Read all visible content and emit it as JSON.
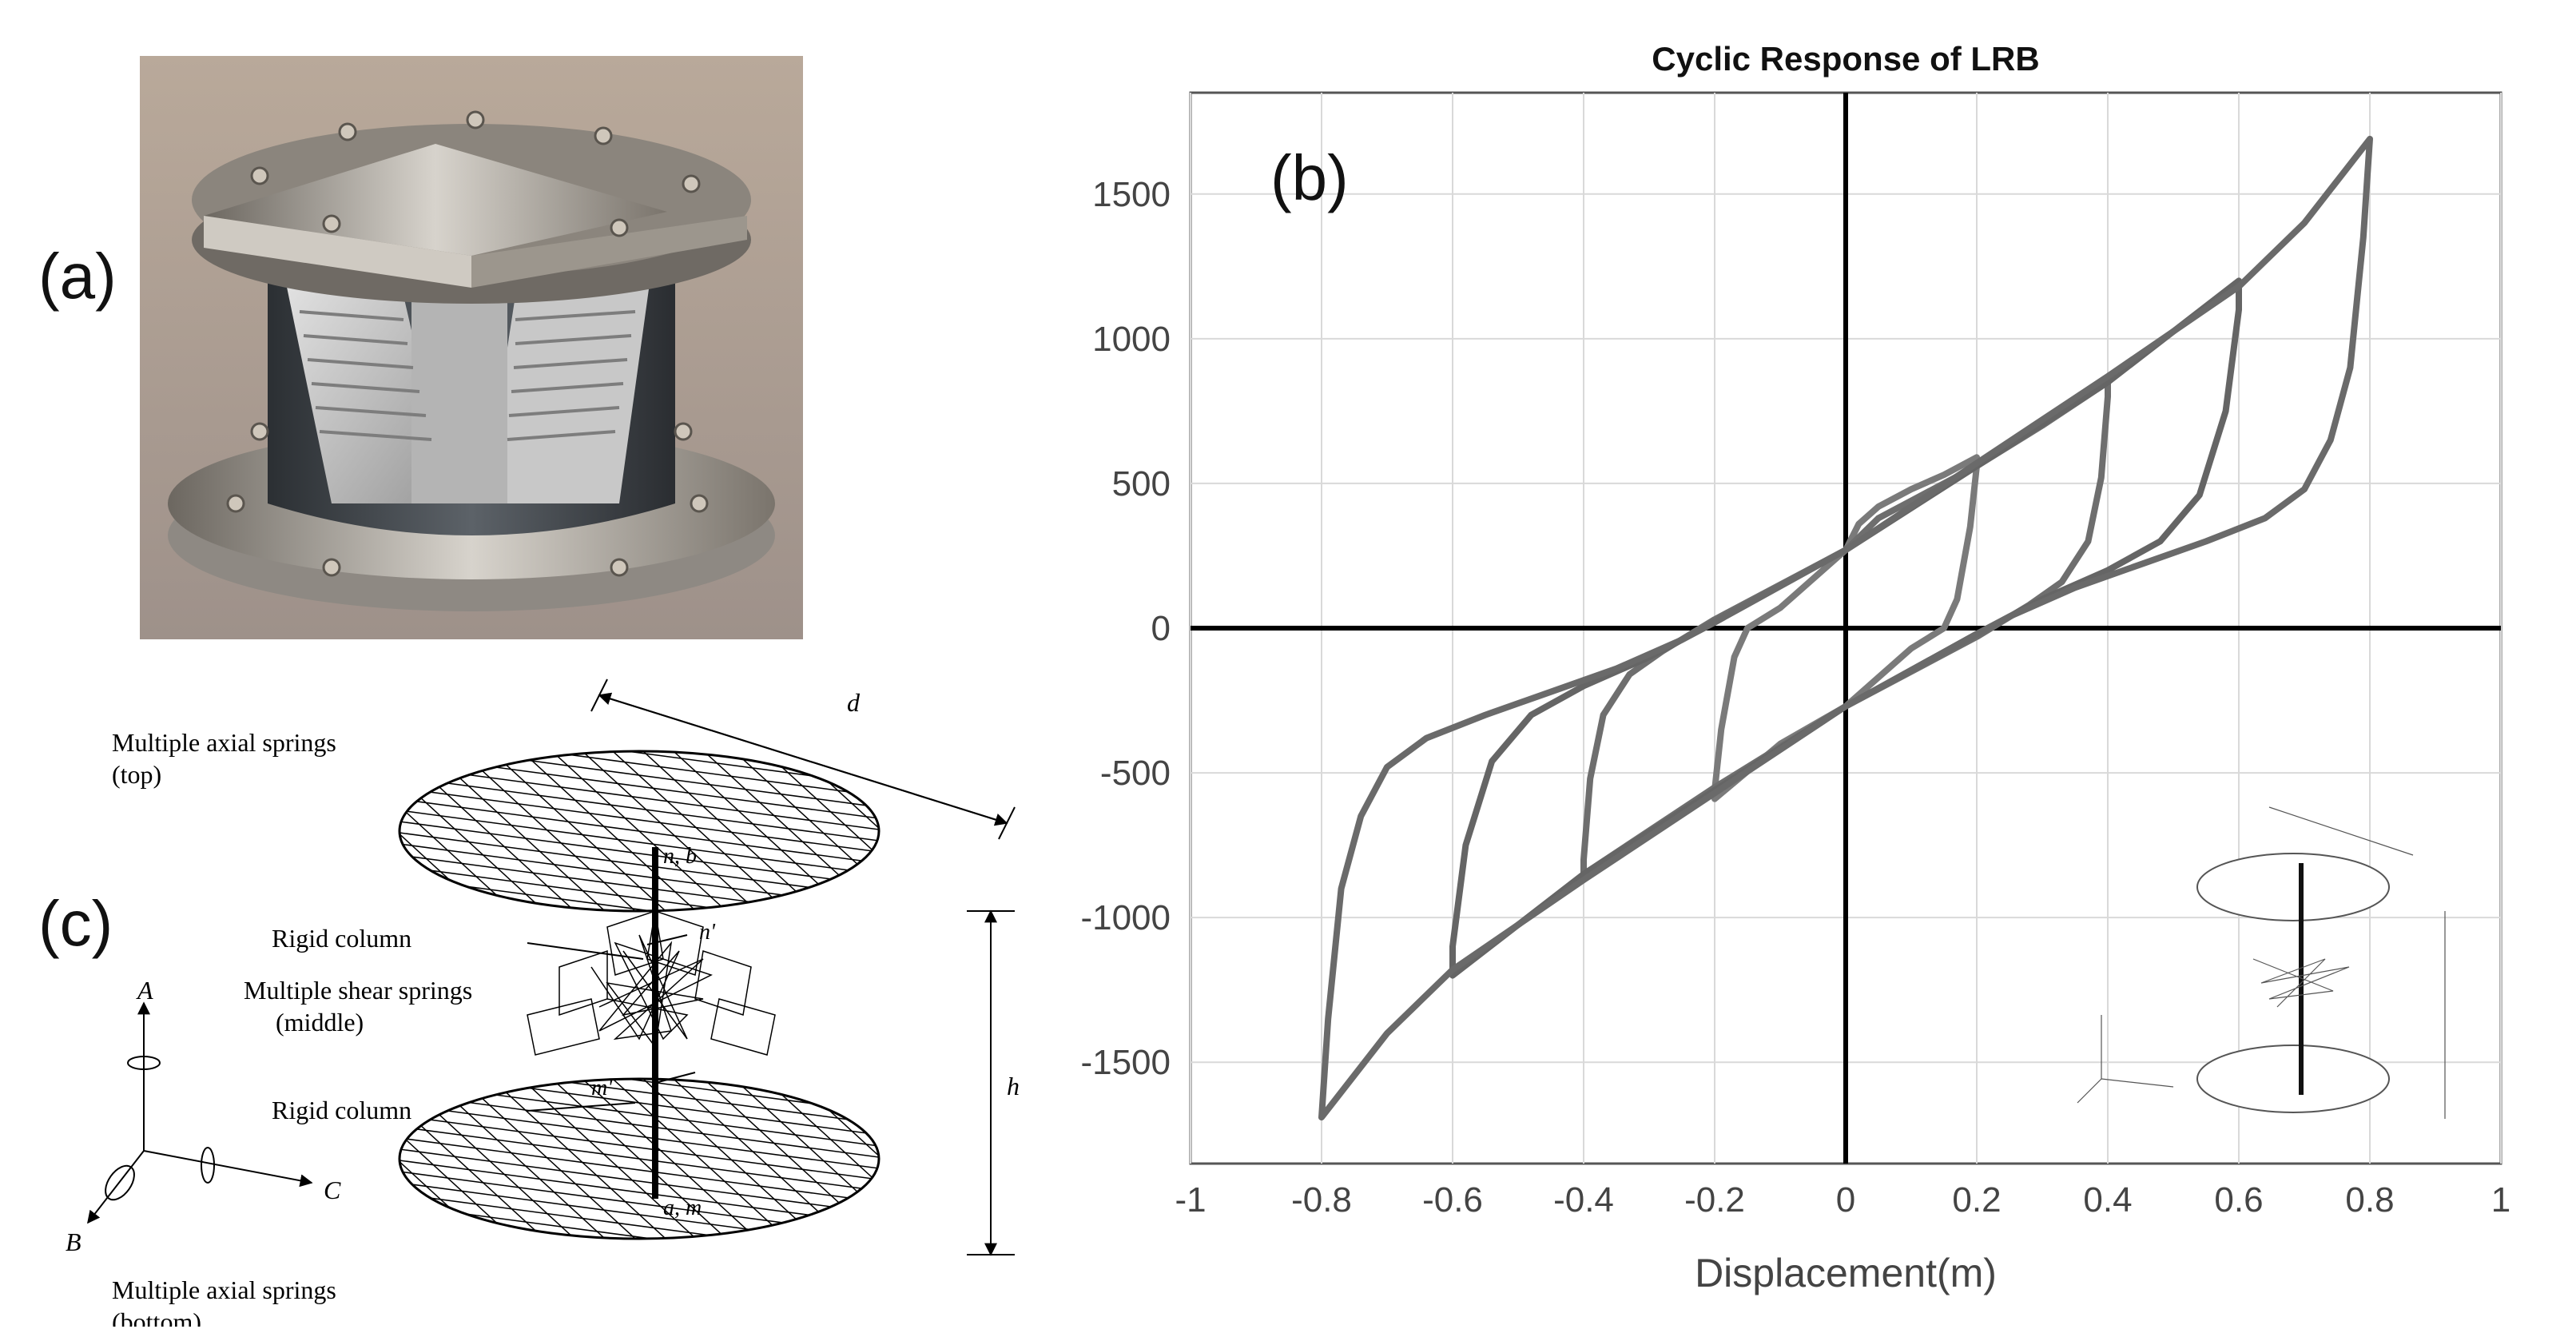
{
  "panels": {
    "a": "(a)",
    "b": "(b)",
    "c": "(c)"
  },
  "diagram": {
    "top_label_1": "Multiple axial springs",
    "top_label_2": "(top)",
    "bottom_label_1": "Multiple axial springs",
    "bottom_label_2": "(bottom)",
    "rigid_upper": "Rigid column",
    "rigid_lower": "Rigid column",
    "shear_1": "Multiple shear springs",
    "shear_2": "(middle)",
    "dim_d": "d",
    "dim_h": "h",
    "node_top": "n, b",
    "node_nprime": "n'",
    "node_mprime": "m'",
    "node_bottom": "a, m",
    "axis_A": "A",
    "axis_B": "B",
    "axis_C": "C"
  },
  "chart_data": {
    "type": "line",
    "title": "Cyclic Response of LRB",
    "xlabel": "Displacement(m)",
    "ylabel": "",
    "xlim": [
      -1,
      1
    ],
    "ylim": [
      -1850,
      1850
    ],
    "xticks": [
      -1,
      -0.8,
      -0.6,
      -0.4,
      -0.2,
      0,
      0.2,
      0.4,
      0.6,
      0.8,
      1
    ],
    "xtick_labels": [
      "-1",
      "-0.8",
      "-0.6",
      "-0.4",
      "-0.2",
      "0",
      "0.2",
      "0.4",
      "0.6",
      "0.8",
      "1"
    ],
    "yticks": [
      -1500,
      -1000,
      -500,
      0,
      500,
      1000,
      1500
    ],
    "ytick_labels": [
      "-1500",
      "-1000",
      "-500",
      "0",
      "500",
      "1000",
      "1500"
    ],
    "grid": true,
    "series": [
      {
        "amplitude": 0.2,
        "peak_force": 590,
        "x": [
          0.0,
          0.02,
          0.05,
          0.1,
          0.15,
          0.2,
          0.2,
          0.19,
          0.17,
          0.15,
          0.1,
          0.0,
          -0.1,
          -0.2,
          -0.2,
          -0.19,
          -0.17,
          -0.15,
          -0.1,
          0.0
        ],
        "y": [
          270,
          360,
          420,
          480,
          530,
          590,
          560,
          350,
          100,
          0,
          -70,
          -270,
          -400,
          -590,
          -560,
          -350,
          -100,
          0,
          70,
          270
        ]
      },
      {
        "amplitude": 0.4,
        "peak_force": 850,
        "x": [
          0.0,
          0.05,
          0.1,
          0.2,
          0.3,
          0.4,
          0.4,
          0.39,
          0.37,
          0.33,
          0.28,
          0.2,
          0.0,
          -0.2,
          -0.4,
          -0.4,
          -0.39,
          -0.37,
          -0.33,
          -0.28,
          -0.2,
          0.0
        ],
        "y": [
          270,
          380,
          440,
          560,
          700,
          850,
          800,
          520,
          300,
          160,
          80,
          -30,
          -270,
          -550,
          -850,
          -800,
          -520,
          -300,
          -160,
          -80,
          30,
          270
        ]
      },
      {
        "amplitude": 0.6,
        "peak_force": 1200,
        "x": [
          0.0,
          0.2,
          0.4,
          0.6,
          0.6,
          0.58,
          0.54,
          0.48,
          0.4,
          0.3,
          0.2,
          0.0,
          -0.2,
          -0.4,
          -0.6,
          -0.6,
          -0.58,
          -0.54,
          -0.48,
          -0.4,
          -0.3,
          -0.2,
          0.0
        ],
        "y": [
          270,
          560,
          850,
          1200,
          1100,
          750,
          460,
          300,
          200,
          100,
          -20,
          -270,
          -560,
          -850,
          -1200,
          -1100,
          -750,
          -460,
          -300,
          -200,
          -100,
          20,
          270
        ]
      },
      {
        "amplitude": 0.8,
        "peak_force": 1690,
        "x": [
          0.0,
          0.2,
          0.4,
          0.6,
          0.7,
          0.8,
          0.79,
          0.77,
          0.74,
          0.7,
          0.64,
          0.55,
          0.45,
          0.35,
          0.25,
          0.0,
          -0.2,
          -0.4,
          -0.6,
          -0.7,
          -0.8,
          -0.79,
          -0.77,
          -0.74,
          -0.7,
          -0.64,
          -0.55,
          -0.45,
          -0.35,
          -0.25,
          0.0
        ],
        "y": [
          270,
          570,
          870,
          1180,
          1400,
          1690,
          1350,
          900,
          650,
          480,
          380,
          300,
          220,
          140,
          40,
          -270,
          -570,
          -870,
          -1180,
          -1400,
          -1690,
          -1350,
          -900,
          -650,
          -480,
          -380,
          -300,
          -220,
          -140,
          -40,
          270
        ]
      }
    ]
  }
}
